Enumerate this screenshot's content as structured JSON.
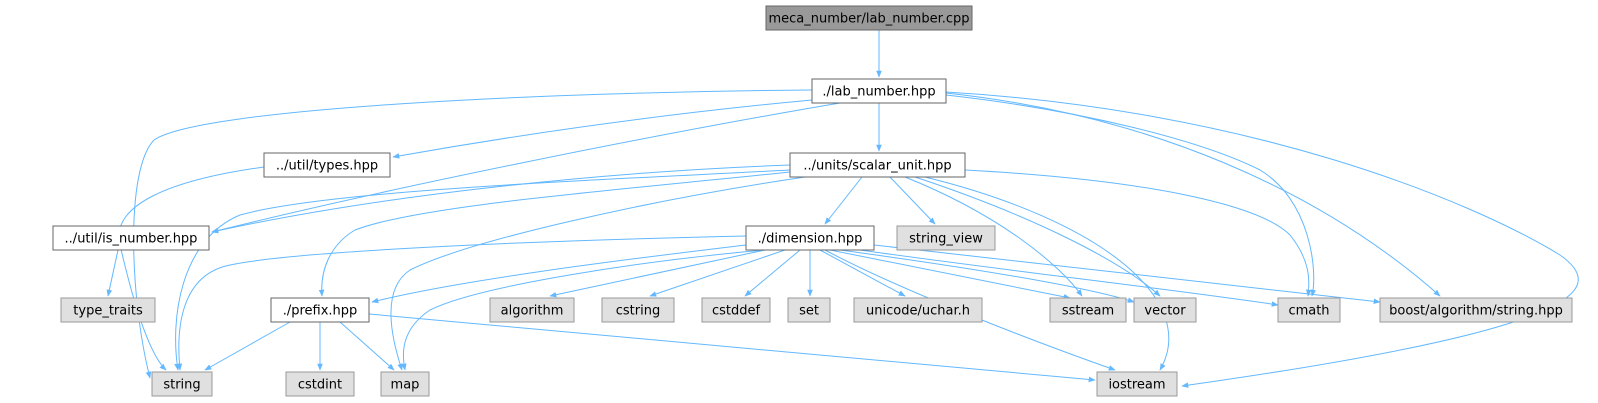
{
  "diagram": {
    "nodes": [
      {
        "id": "root",
        "label": "meca_number/lab_number.cpp",
        "kind": "root"
      },
      {
        "id": "lab",
        "label": "./lab_number.hpp",
        "kind": "documented"
      },
      {
        "id": "types",
        "label": "../util/types.hpp",
        "kind": "documented"
      },
      {
        "id": "scalar",
        "label": "../units/scalar_unit.hpp",
        "kind": "documented"
      },
      {
        "id": "isnum",
        "label": "../util/is_number.hpp",
        "kind": "documented"
      },
      {
        "id": "dim",
        "label": "./dimension.hpp",
        "kind": "documented"
      },
      {
        "id": "strview",
        "label": "string_view",
        "kind": "system"
      },
      {
        "id": "typetraits",
        "label": "type_traits",
        "kind": "system"
      },
      {
        "id": "prefix",
        "label": "./prefix.hpp",
        "kind": "documented"
      },
      {
        "id": "algorithm",
        "label": "algorithm",
        "kind": "system"
      },
      {
        "id": "cstring",
        "label": "cstring",
        "kind": "system"
      },
      {
        "id": "cstddef",
        "label": "cstddef",
        "kind": "system"
      },
      {
        "id": "set",
        "label": "set",
        "kind": "system"
      },
      {
        "id": "uchar",
        "label": "unicode/uchar.h",
        "kind": "system"
      },
      {
        "id": "sstream",
        "label": "sstream",
        "kind": "system"
      },
      {
        "id": "vector",
        "label": "vector",
        "kind": "system"
      },
      {
        "id": "cmath",
        "label": "cmath",
        "kind": "system"
      },
      {
        "id": "boost",
        "label": "boost/algorithm/string.hpp",
        "kind": "system"
      },
      {
        "id": "string",
        "label": "string",
        "kind": "system"
      },
      {
        "id": "cstdint",
        "label": "cstdint",
        "kind": "system"
      },
      {
        "id": "map",
        "label": "map",
        "kind": "system"
      },
      {
        "id": "iostream",
        "label": "iostream",
        "kind": "system"
      }
    ],
    "edges": [
      [
        "root",
        "lab"
      ],
      [
        "lab",
        "string"
      ],
      [
        "lab",
        "types"
      ],
      [
        "lab",
        "isnum"
      ],
      [
        "lab",
        "scalar"
      ],
      [
        "lab",
        "cmath"
      ],
      [
        "lab",
        "boost"
      ],
      [
        "lab",
        "iostream"
      ],
      [
        "types",
        "string"
      ],
      [
        "scalar",
        "isnum"
      ],
      [
        "scalar",
        "string"
      ],
      [
        "scalar",
        "prefix"
      ],
      [
        "scalar",
        "map"
      ],
      [
        "scalar",
        "dim"
      ],
      [
        "scalar",
        "strview"
      ],
      [
        "scalar",
        "sstream"
      ],
      [
        "scalar",
        "vector"
      ],
      [
        "scalar",
        "iostream"
      ],
      [
        "scalar",
        "cmath"
      ],
      [
        "isnum",
        "typetraits"
      ],
      [
        "dim",
        "string"
      ],
      [
        "dim",
        "prefix"
      ],
      [
        "dim",
        "map"
      ],
      [
        "dim",
        "algorithm"
      ],
      [
        "dim",
        "cstring"
      ],
      [
        "dim",
        "cstddef"
      ],
      [
        "dim",
        "set"
      ],
      [
        "dim",
        "uchar"
      ],
      [
        "dim",
        "sstream"
      ],
      [
        "dim",
        "vector"
      ],
      [
        "dim",
        "iostream"
      ],
      [
        "dim",
        "cmath"
      ],
      [
        "dim",
        "boost"
      ],
      [
        "prefix",
        "string"
      ],
      [
        "prefix",
        "cstdint"
      ],
      [
        "prefix",
        "map"
      ],
      [
        "prefix",
        "iostream"
      ]
    ],
    "colors": {
      "root_fill": "#999999",
      "documented_fill": "#ffffff",
      "system_fill": "#e0e0e0",
      "node_border": "#666666",
      "system_border": "#999999",
      "edge": "#63b8ff"
    }
  }
}
